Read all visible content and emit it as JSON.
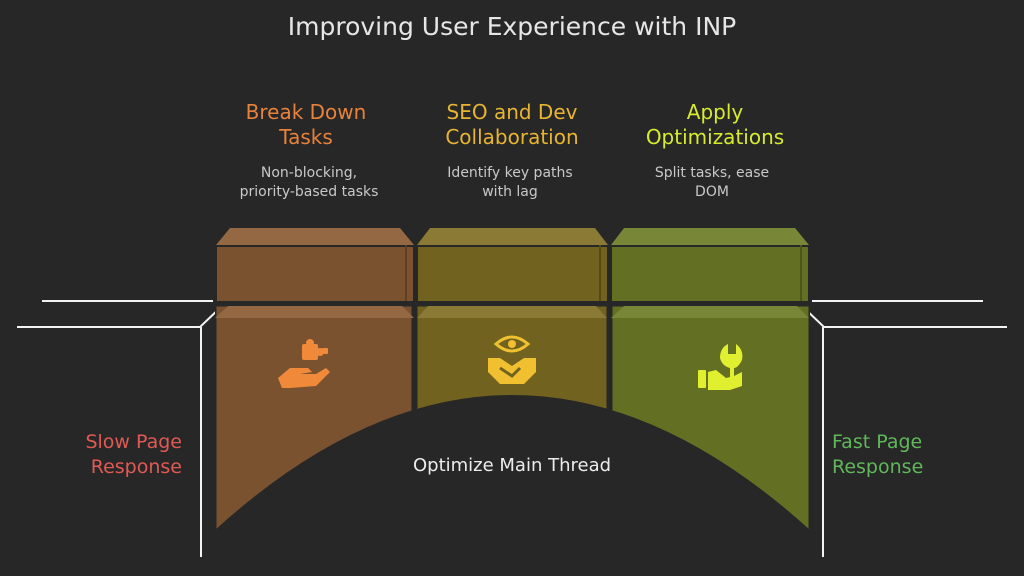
{
  "title": "Improving User Experience with INP",
  "columns": [
    {
      "heading_line1": "Break Down",
      "heading_line2": "Tasks",
      "desc_line1": "Non-blocking,",
      "desc_line2": "priority-based tasks",
      "color": "#e8823a",
      "icon": "puzzle-hand-icon"
    },
    {
      "heading_line1": "SEO and Dev",
      "heading_line2": "Collaboration",
      "desc_line1": "Identify key paths",
      "desc_line2": "with lag",
      "color": "#e8b530",
      "icon": "handshake-eye-icon"
    },
    {
      "heading_line1": "Apply",
      "heading_line2": "Optimizations",
      "desc_line1": "Split tasks, ease",
      "desc_line2": "DOM",
      "color": "#d6ec2c",
      "icon": "wrench-hand-icon"
    }
  ],
  "left_label": {
    "line1": "Slow Page",
    "line2": "Response",
    "color": "#e05a55"
  },
  "right_label": {
    "line1": "Fast Page",
    "line2": "Response",
    "color": "#5fb85a"
  },
  "center_label": "Optimize Main Thread"
}
